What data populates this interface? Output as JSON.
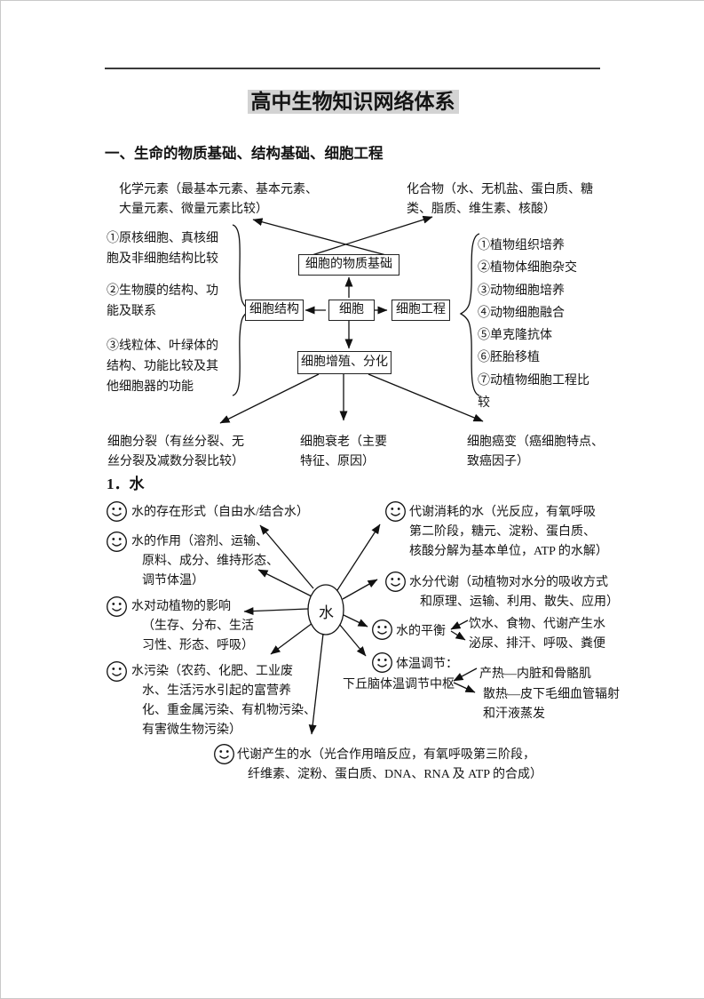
{
  "page": {
    "title": "高中生物知识网络体系",
    "section1_heading": "一、生命的物质基础、结构基础、细胞工程",
    "section2_heading": "1．水"
  },
  "cell_map": {
    "nodes": {
      "center": "细胞",
      "top": "细胞的物质基础",
      "left": "细胞结构",
      "right": "细胞工程",
      "bottom": "细胞增殖、分化"
    },
    "chemical_elements_lines": [
      "化学元素（最基本元素、基本元素、",
      "大量元素、微量元素比较）"
    ],
    "compounds_lines": [
      "化合物（水、无机盐、蛋白质、糖",
      "类、脂质、维生素、核酸）"
    ],
    "structure_note1_lines": [
      "①原核细胞、真核细",
      "胞及非细胞结构比较"
    ],
    "structure_note2_lines": [
      "②生物膜的结构、功",
      "能及联系"
    ],
    "structure_note3_lines": [
      "③线粒体、叶绿体的",
      "结构、功能比较及其",
      "他细胞器的功能"
    ],
    "engineering_items": [
      "①植物组织培养",
      "②植物体细胞杂交",
      "③动物细胞培养",
      "④动物细胞融合",
      "⑤单克隆抗体",
      "⑥胚胎移植",
      "⑦动植物细胞工程比较"
    ],
    "division_lines": [
      "细胞分裂（有丝分裂、无",
      "丝分裂及减数分裂比较）"
    ],
    "aging_lines": [
      "细胞衰老（主要",
      "特征、原因）"
    ],
    "cancer_lines": [
      "细胞癌变（癌细胞特点、",
      "致癌因子）"
    ]
  },
  "water_map": {
    "center": "水",
    "existence_lines": [
      "水的存在形式（自由水/结合水）"
    ],
    "function_lines": [
      "水的作用（溶剂、运输、",
      "原料、成分、维持形态、",
      "调节体温）"
    ],
    "influence_lines": [
      "水对动植物的影响",
      "（生存、分布、生活",
      "习性、形态、呼吸）"
    ],
    "pollution_lines": [
      "水污染（农药、化肥、工业废",
      "水、生活污水引起的富营养",
      "化、重金属污染、有机物污染、",
      "有害微生物污染）"
    ],
    "consumed_lines": [
      "代谢消耗的水（光反应，有氧呼吸",
      "第二阶段，糖元、淀粉、蛋白质、",
      "核酸分解为基本单位，ATP 的水解）"
    ],
    "metabolism_lines": [
      "水分代谢（动植物对水分的吸收方式",
      "和原理、运输、利用、散失、应用）"
    ],
    "balance": {
      "label": "水的平衡",
      "intake": "饮水、食物、代谢产生水",
      "excretion": "泌尿、排汗、呼吸、粪便"
    },
    "thermoregulation": {
      "label": "体温调节：",
      "center": "下丘脑体温调节中枢",
      "heat_production": "产热—内脏和骨骼肌",
      "heat_loss_lines": [
        "散热—皮下毛细血管辐射",
        "和汗液蒸发"
      ]
    },
    "produced_lines": [
      "代谢产生的水（光合作用暗反应，有氧呼吸第三阶段，",
      "纤维素、淀粉、蛋白质、DNA、RNA 及 ATP 的合成）"
    ]
  },
  "colors": {
    "highlight": "#d3d3d3",
    "ink": "#141414"
  }
}
